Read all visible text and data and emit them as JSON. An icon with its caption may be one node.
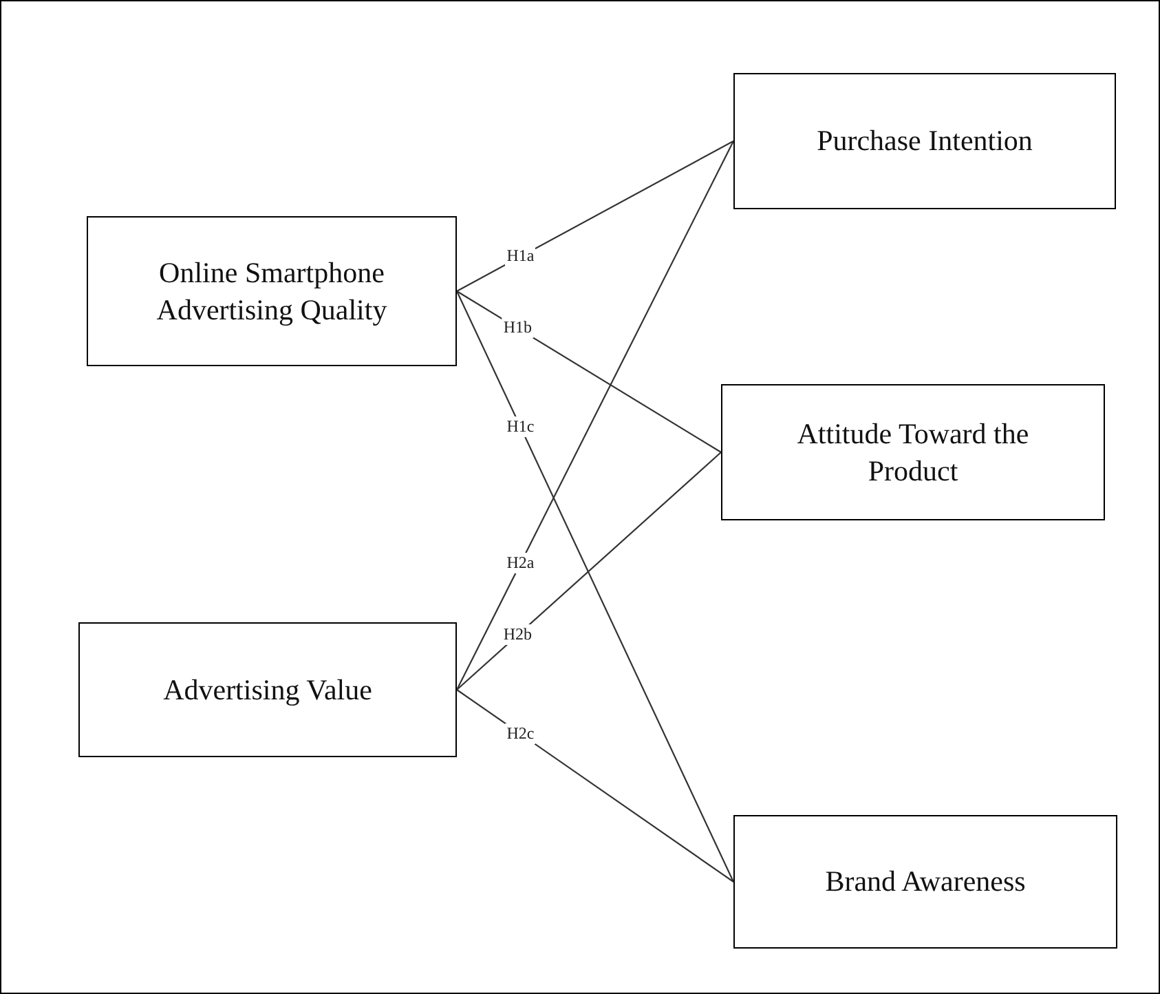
{
  "diagram": {
    "nodes": [
      {
        "text": [
          "Online Smartphone Advertising Quality"
        ]
      },
      {
        "text": [
          "Advertising Value"
        ]
      },
      {
        "text": [
          "Purchase Intention"
        ]
      },
      {
        "text": [
          "Attitude Toward the Product"
        ]
      },
      {
        "text": [
          "Brand Awareness"
        ]
      }
    ],
    "edges": [
      {
        "from": 0,
        "to": 2,
        "arrow": "none",
        "label": "H1a"
      },
      {
        "from": 0,
        "to": 3,
        "arrow": "none",
        "label": "H1b"
      },
      {
        "from": 0,
        "to": 4,
        "arrow": "none",
        "label": "H1c"
      },
      {
        "from": 1,
        "to": 2,
        "arrow": "none",
        "label": "H2a"
      },
      {
        "from": 1,
        "to": 3,
        "arrow": "none",
        "label": "H2b"
      },
      {
        "from": 1,
        "to": 4,
        "arrow": "none",
        "label": "H2c"
      }
    ]
  }
}
